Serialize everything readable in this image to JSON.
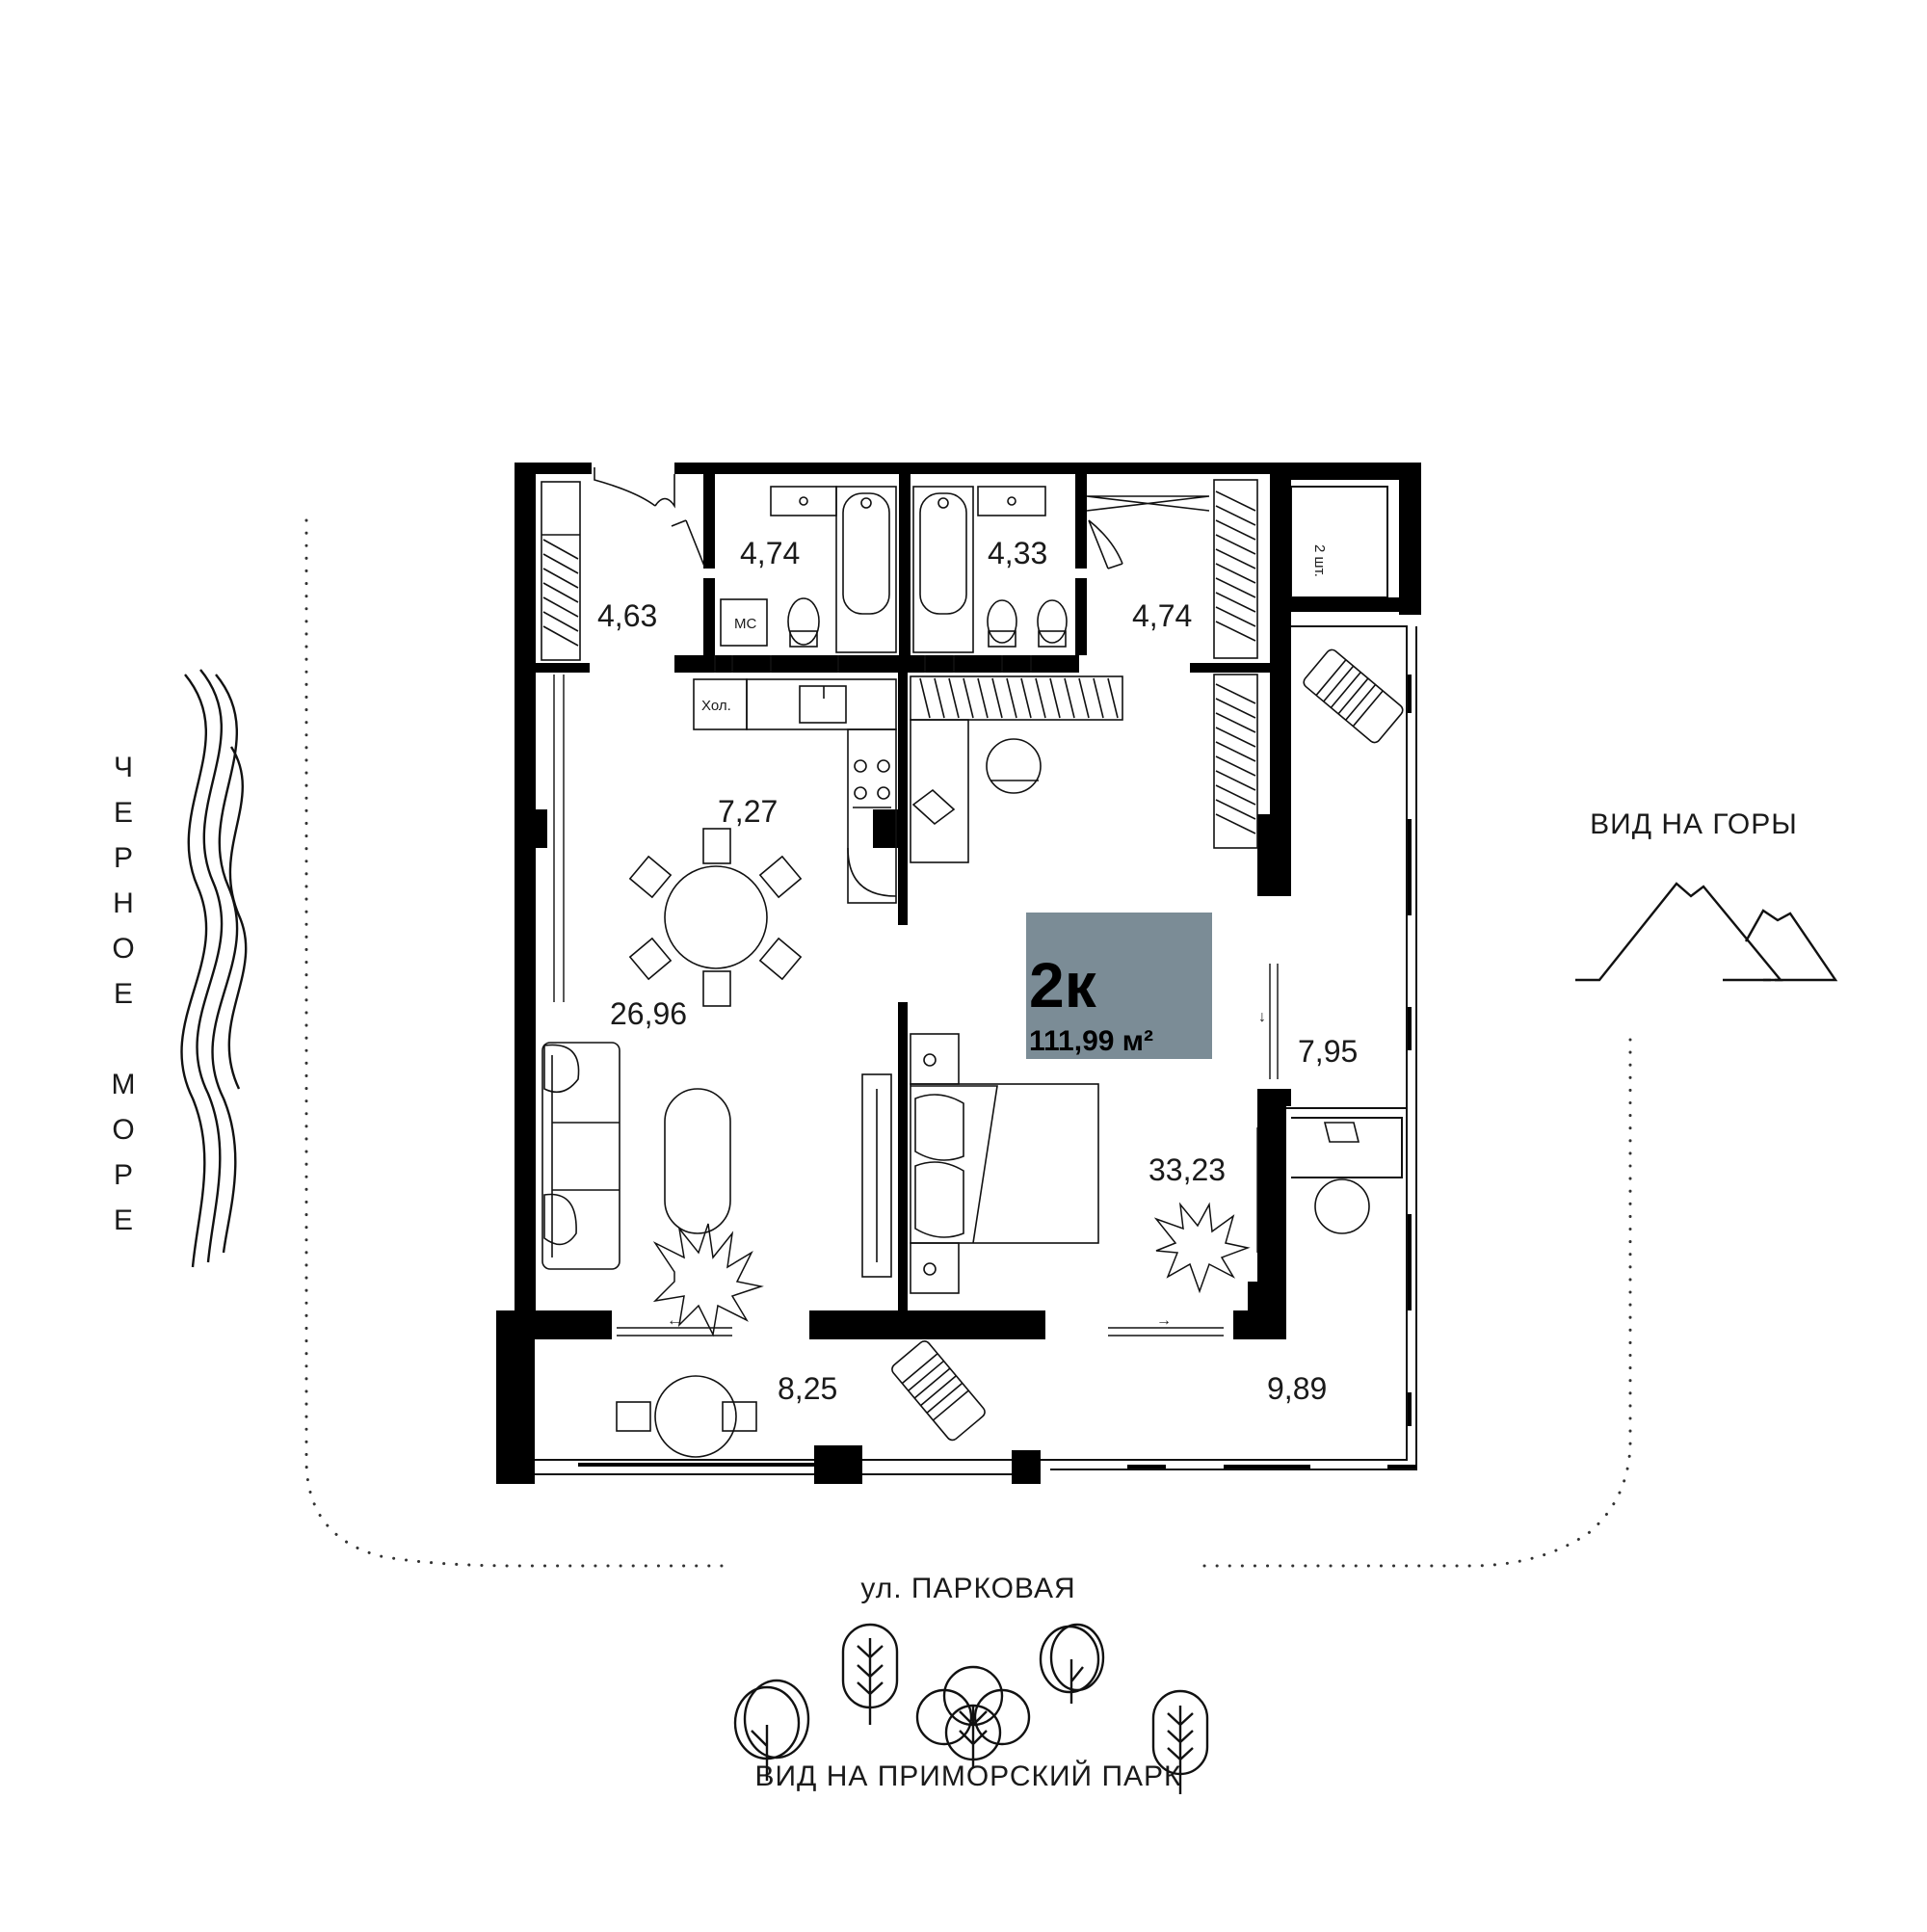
{
  "plan": {
    "type_label": "2к",
    "total_area": "111,99 м²",
    "badge_color": "#7b8c96",
    "wall_color": "#000000"
  },
  "rooms": {
    "hall_wardrobe": "4,63",
    "bathroom_1": "4,74",
    "bathroom_2": "4,33",
    "dressing": "4,74",
    "kitchen": "7,27",
    "living": "26,96",
    "bedroom": "33,23",
    "terrace_east": "7,95",
    "balcony_south": "8,25",
    "terrace_southeast": "9,89"
  },
  "fixtures": {
    "fridge": "Хол.",
    "washer": "МС",
    "storage": "2 шт."
  },
  "surroundings": {
    "sea": "ЧЕРНОЕ МОРЕ",
    "mountains": "ВИД НА ГОРЫ",
    "street": "ул. ПАРКОВАЯ",
    "park": "ВИД НА ПРИМОРСКИЙ ПАРК"
  }
}
